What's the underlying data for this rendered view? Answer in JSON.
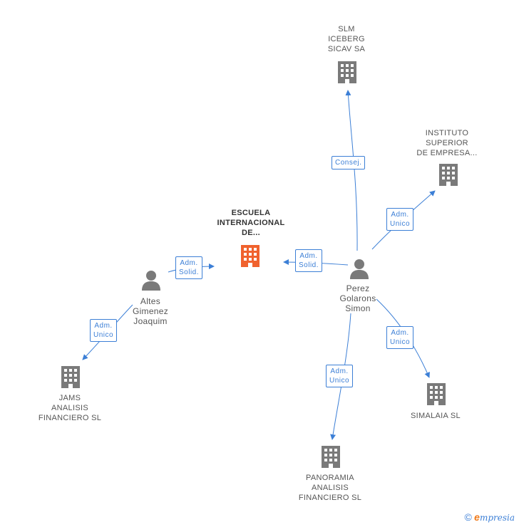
{
  "nodes": {
    "center": {
      "label": "ESCUELA\nINTERNACIONAL\nDE...",
      "type": "company-highlight"
    },
    "slm": {
      "label": "SLM\nICEBERG\nSICAV SA",
      "type": "company"
    },
    "instituto": {
      "label": "INSTITUTO\nSUPERIOR\nDE EMPRESA...",
      "type": "company"
    },
    "perez": {
      "label": "Perez\nGolarons\nSimon",
      "type": "person"
    },
    "altes": {
      "label": "Altes\nGimenez\nJoaquim",
      "type": "person"
    },
    "jams": {
      "label": "JAMS\nANALISIS\nFINANCIERO SL",
      "type": "company"
    },
    "simalaia": {
      "label": "SIMALAIA SL",
      "type": "company"
    },
    "panoramia": {
      "label": "PANORAMIA\nANALISIS\nFINANCIERO SL",
      "type": "company"
    }
  },
  "edges": {
    "perez_slm": "Consej.",
    "perez_instituto": "Adm.\nUnico",
    "perez_center": "Adm.\nSolid.",
    "altes_center": "Adm.\nSolid.",
    "altes_jams": "Adm.\nUnico",
    "perez_simalaia": "Adm.\nUnico",
    "perez_panoramia": "Adm.\nUnico"
  },
  "footer": {
    "copyright": "©",
    "brand_e": "e",
    "brand_rest": "mpresia"
  },
  "colors": {
    "edge": "#3c7fd6",
    "company": "#7a7a7a",
    "highlight": "#f0622e",
    "person": "#7a7a7a"
  }
}
